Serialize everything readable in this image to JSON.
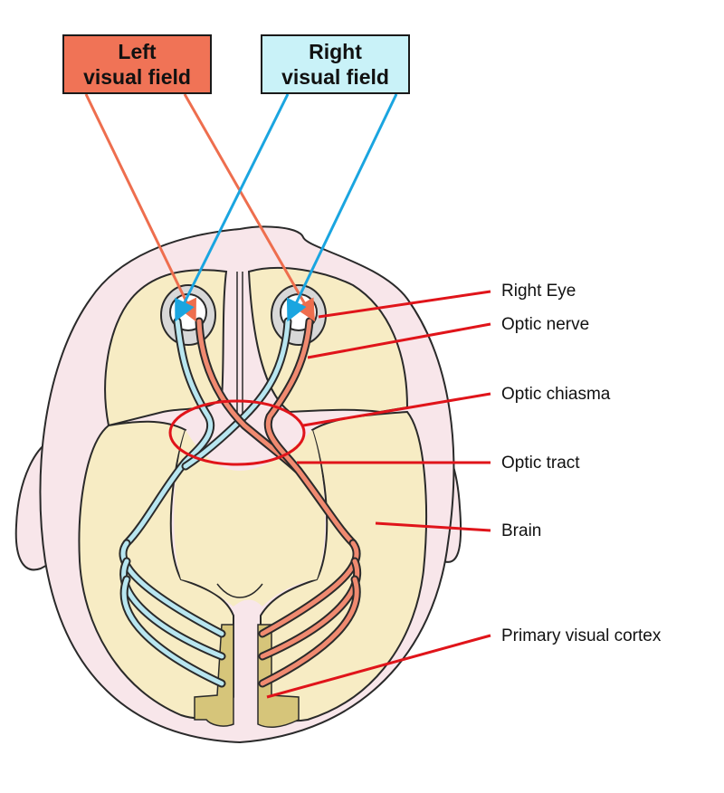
{
  "title_boxes": {
    "left": {
      "line1": "Left",
      "line2": "visual field",
      "color": "#f07356"
    },
    "right": {
      "line1": "Right",
      "line2": "visual field",
      "color": "#c9f2f8"
    }
  },
  "labels": [
    {
      "id": "right-eye",
      "text": "Right Eye"
    },
    {
      "id": "optic-nerve",
      "text": "Optic nerve"
    },
    {
      "id": "optic-chiasma",
      "text": "Optic chiasma"
    },
    {
      "id": "optic-tract",
      "text": "Optic tract"
    },
    {
      "id": "brain",
      "text": "Brain"
    },
    {
      "id": "primary-visual-cortex",
      "text": "Primary visual cortex"
    }
  ],
  "colors": {
    "left_pathway": "#f08a70",
    "right_pathway": "#b8e6f0",
    "left_arrow": "#ee6e4e",
    "right_arrow": "#1aa5e0",
    "pointer_lines": "#e0141a",
    "brain_fill": "#f7ecc4",
    "head_fill": "#f8e6ea",
    "cortex_fill": "#d6c57a",
    "outline": "#2a2a2a"
  }
}
